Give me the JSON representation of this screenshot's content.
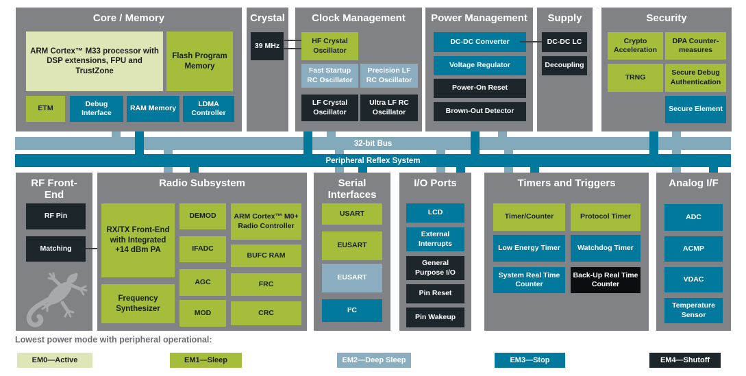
{
  "palette": {
    "section_gray": "#808285",
    "olive_green": "#a4bd3b",
    "light_green": "#dee6b8",
    "teal": "#00799c",
    "light_blue": "#8badc0",
    "dark_navy": "#1d262b",
    "black": "#0b0e10",
    "bus_light_blue": "#82aabb",
    "gecko_gray": "#a7a9ac"
  },
  "sections": {
    "core_memory": {
      "title": "Core / Memory",
      "boxes": {
        "arm": "ARM Cortex™ M33 processor with DSP extensions, FPU and TrustZone",
        "flash": "Flash Program Memory",
        "etm": "ETM",
        "debug": "Debug Interface",
        "ram": "RAM Memory",
        "ldma": "LDMA Controller"
      }
    },
    "crystal": {
      "title": "Crystal",
      "boxes": {
        "freq": "39 MHz"
      }
    },
    "clock": {
      "title": "Clock Management",
      "boxes": {
        "hf": "HF Crystal Oscillator",
        "fast": "Fast Startup RC Oscillator",
        "precision": "Precision LF RC Oscillator",
        "lf": "LF Crystal Oscillator",
        "ultra": "Ultra LF RC Oscillator"
      }
    },
    "power": {
      "title": "Power Management",
      "boxes": {
        "dcdc": "DC-DC Converter",
        "vreg": "Voltage Regulator",
        "por": "Power-On Reset",
        "bod": "Brown-Out Detector"
      }
    },
    "supply": {
      "title": "Supply",
      "boxes": {
        "lc": "DC-DC LC",
        "decoupling": "Decoupling"
      }
    },
    "security": {
      "title": "Security",
      "boxes": {
        "crypto": "Crypto Acceleration",
        "dpa": "DPA Counter-measures",
        "trng": "TRNG",
        "sda": "Secure Debug Authentication",
        "se": "Secure Element"
      }
    },
    "rf": {
      "title": "RF Front-End",
      "boxes": {
        "rfpin": "RF Pin",
        "matching": "Matching"
      }
    },
    "radio": {
      "title": "Radio Subsystem",
      "boxes": {
        "rxtx": "RX/TX Front-End with Integrated +14 dBm PA",
        "freq_synth": "Frequency Synthesizer",
        "demod": "DEMOD",
        "ifadc": "IFADC",
        "agc": "AGC",
        "mod": "MOD",
        "m0": "ARM Cortex™ M0+ Radio Controller",
        "bufc": "BUFC RAM",
        "frc": "FRC",
        "crc": "CRC"
      }
    },
    "serial": {
      "title": "Serial Interfaces",
      "boxes": {
        "usart": "USART",
        "eusart1": "EUSART",
        "eusart2": "EUSART",
        "i2c": "I²C"
      }
    },
    "io": {
      "title": "I/O Ports",
      "boxes": {
        "lcd": "LCD",
        "extint": "External Interrupts",
        "gpio": "General Purpose I/O",
        "pinreset": "Pin Reset",
        "pinwakeup": "Pin Wakeup"
      }
    },
    "timers": {
      "title": "Timers and Triggers",
      "boxes": {
        "tc": "Timer/Counter",
        "pt": "Protocol Timer",
        "let": "Low Energy Timer",
        "wdt": "Watchdog Timer",
        "srtc": "System Real Time Counter",
        "burtc": "Back-Up Real Time Counter"
      }
    },
    "analog": {
      "title": "Analog I/F",
      "boxes": {
        "adc": "ADC",
        "acmp": "ACMP",
        "vdac": "VDAC",
        "temp": "Temperature Sensor"
      }
    }
  },
  "buses": {
    "bus32": "32-bit Bus",
    "prs": "Peripheral Reflex System"
  },
  "legend": {
    "title": "Lowest power mode with peripheral operational:",
    "em0": "EM0—Active",
    "em1": "EM1—Sleep",
    "em2": "EM2—Deep Sleep",
    "em3": "EM3—Stop",
    "em4": "EM4—Shutoff"
  }
}
